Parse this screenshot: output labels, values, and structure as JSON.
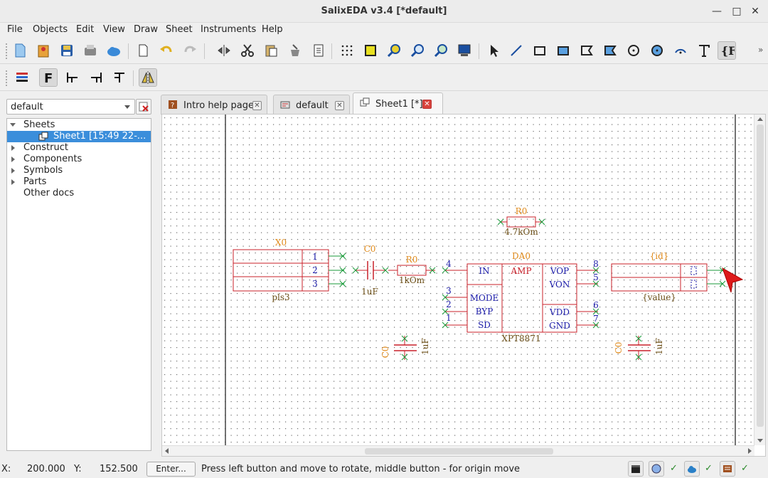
{
  "window": {
    "title": "SalixEDA v3.4 [*default]"
  },
  "menu": [
    "File",
    "Objects",
    "Edit",
    "View",
    "Draw",
    "Sheet",
    "Instruments",
    "Help"
  ],
  "project_combo": {
    "value": "default"
  },
  "tree": {
    "items": [
      {
        "label": "Sheets",
        "expander": "open",
        "indent": 0
      },
      {
        "label": "Sheet1 [15:49 22-...",
        "expander": "none",
        "indent": 1,
        "selected": true
      },
      {
        "label": "Construct",
        "expander": "closed",
        "indent": 0
      },
      {
        "label": "Components",
        "expander": "closed",
        "indent": 0
      },
      {
        "label": "Symbols",
        "expander": "closed",
        "indent": 0
      },
      {
        "label": "Parts",
        "expander": "closed",
        "indent": 0
      },
      {
        "label": "Other docs",
        "expander": "none",
        "indent": 0
      }
    ]
  },
  "tabs": [
    {
      "label": "Intro help page",
      "icon": "help-book-icon"
    },
    {
      "label": "default",
      "icon": "project-icon"
    },
    {
      "label": "Sheet1 [*]",
      "icon": "sheet-icon",
      "active": true
    }
  ],
  "schematic": {
    "x0": {
      "ref": "X0",
      "name": "pls3",
      "pins": [
        "1",
        "2",
        "3"
      ]
    },
    "c_series": {
      "ref": "C0",
      "value": "1uF"
    },
    "r_series": {
      "ref": "R0",
      "value": "1kOm"
    },
    "r_top": {
      "ref": "R0",
      "value": "4.7kOm"
    },
    "da0": {
      "ref": "DA0",
      "name": "XPT8871",
      "function": "AMP",
      "left_pins": [
        {
          "num": "4",
          "name": "IN"
        },
        {
          "num": "3",
          "name": "MODE"
        },
        {
          "num": "2",
          "name": "BYP"
        },
        {
          "num": "1",
          "name": "SD"
        }
      ],
      "right_pins": [
        {
          "num": "8",
          "name": "VOP"
        },
        {
          "num": "5",
          "name": "VON"
        },
        {
          "num": "6",
          "name": "VDD"
        },
        {
          "num": "7",
          "name": "GND"
        }
      ]
    },
    "conn_right": {
      "ref": "{id}",
      "value": "{value}"
    },
    "c_bottom_left": {
      "ref": "C0",
      "value": "1uF"
    },
    "c_bottom_right": {
      "ref": "C0",
      "value": "1uF"
    }
  },
  "status": {
    "x_label": "X:",
    "x_value": "200.000",
    "y_label": "Y:",
    "y_value": "152.500",
    "enter_button": "Enter...",
    "message": "Press left button and move to rotate, middle button - for origin move",
    "checks": [
      "✓",
      "✓",
      "✓"
    ]
  },
  "colors": {
    "component_red": "#c8202a",
    "pin_blue": "#1a1aa8",
    "ref_orange": "#e08a1a",
    "value_brown": "#6b4e16",
    "wire_green": "#1a9a3a",
    "selection_blue": "#3b8edb"
  }
}
